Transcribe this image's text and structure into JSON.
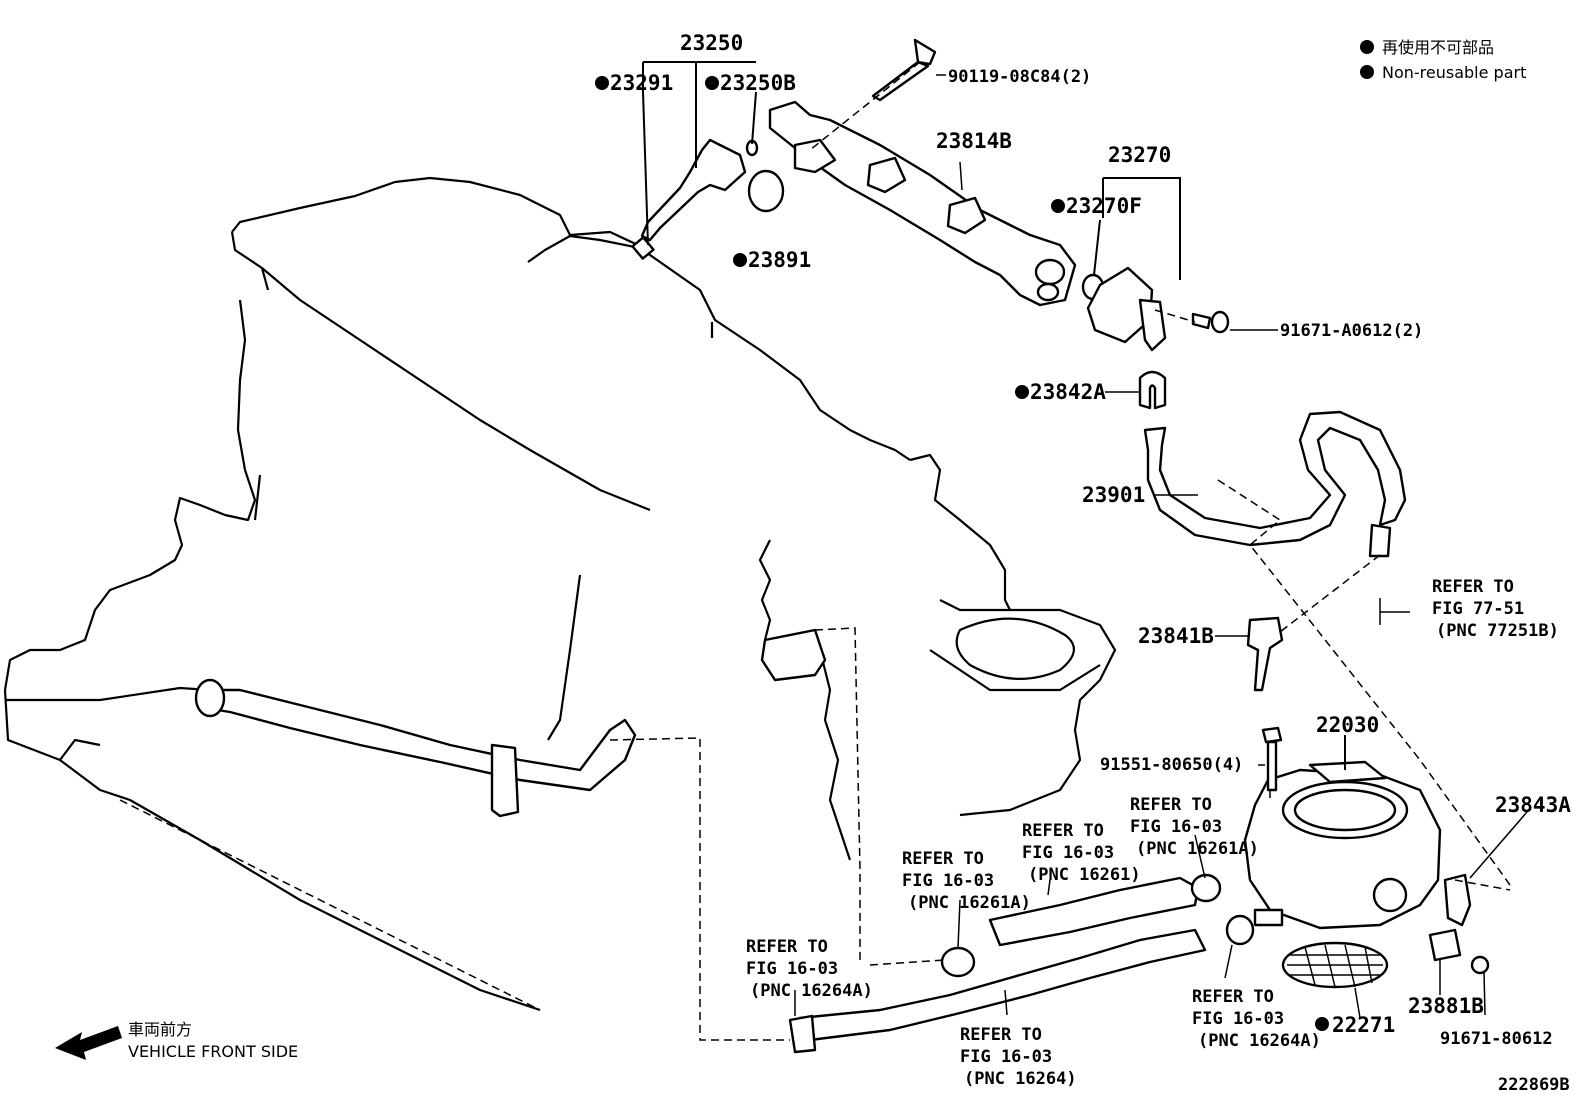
{
  "legend": {
    "non_reusable_jp": "再使用不可部品",
    "non_reusable_en": "Non-reusable part"
  },
  "front_marker": {
    "label_jp": "車両前方",
    "label_en": "VEHICLE FRONT SIDE"
  },
  "figure_id": "222869B",
  "parts": [
    {
      "id": "p23250",
      "text": "23250",
      "non_reusable": false
    },
    {
      "id": "p23291",
      "text": "23291",
      "non_reusable": true
    },
    {
      "id": "p23250B",
      "text": "23250B",
      "non_reusable": true
    },
    {
      "id": "p90119",
      "text": "90119-08C84(2)",
      "non_reusable": false
    },
    {
      "id": "p23814B",
      "text": "23814B",
      "non_reusable": false
    },
    {
      "id": "p23270",
      "text": "23270",
      "non_reusable": false
    },
    {
      "id": "p23270F",
      "text": "23270F",
      "non_reusable": true
    },
    {
      "id": "p23891",
      "text": "23891",
      "non_reusable": true
    },
    {
      "id": "p91671A",
      "text": "91671-A0612(2)",
      "non_reusable": false
    },
    {
      "id": "p23842A",
      "text": "23842A",
      "non_reusable": true
    },
    {
      "id": "p23901",
      "text": "23901",
      "non_reusable": false
    },
    {
      "id": "p23841B",
      "text": "23841B",
      "non_reusable": false
    },
    {
      "id": "p22030",
      "text": "22030",
      "non_reusable": false
    },
    {
      "id": "p91551",
      "text": "91551-80650(4)",
      "non_reusable": false
    },
    {
      "id": "p23843A",
      "text": "23843A",
      "non_reusable": false
    },
    {
      "id": "p23881B",
      "text": "23881B",
      "non_reusable": false
    },
    {
      "id": "p91671B",
      "text": "91671-80612",
      "non_reusable": false
    },
    {
      "id": "p22271",
      "text": "22271",
      "non_reusable": true
    }
  ],
  "refs": [
    {
      "id": "r77251",
      "lines": [
        "REFER TO",
        "FIG 77-51",
        "(PNC 77251B)"
      ]
    },
    {
      "id": "r16261A_top",
      "lines": [
        "REFER TO",
        "FIG 16-03",
        "(PNC 16261A)"
      ]
    },
    {
      "id": "r16261",
      "lines": [
        "REFER TO",
        "FIG 16-03",
        "(PNC 16261)"
      ]
    },
    {
      "id": "r16261A_left",
      "lines": [
        "REFER TO",
        "FIG 16-03",
        "(PNC 16261A)"
      ]
    },
    {
      "id": "r16264A_left",
      "lines": [
        "REFER TO",
        "FIG 16-03",
        "(PNC 16264A)"
      ]
    },
    {
      "id": "r16264A_right",
      "lines": [
        "REFER TO",
        "FIG 16-03",
        "(PNC 16264A)"
      ]
    },
    {
      "id": "r16264",
      "lines": [
        "REFER TO",
        "FIG 16-03",
        "(PNC 16264)"
      ]
    }
  ]
}
